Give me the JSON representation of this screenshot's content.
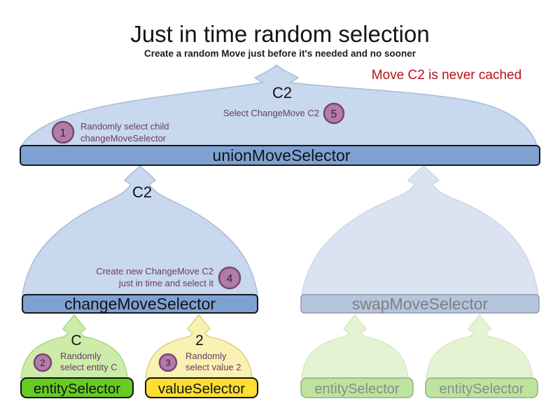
{
  "title": "Just in time random selection",
  "subtitle": "Create a random Move just before it's needed and no sooner",
  "note": "Move C2 is never cached",
  "selectors": {
    "union": "unionMoveSelector",
    "change": "changeMoveSelector",
    "swap": "swapMoveSelector",
    "entity": "entitySelector",
    "value": "valueSelector",
    "entity_faded_left": "entitySelector",
    "entity_faded_right": "entitySelector"
  },
  "outputs": {
    "union": "C2",
    "change": "C2",
    "entity": "C",
    "value": "2"
  },
  "steps": [
    {
      "num": "1",
      "lines": [
        "Randomly select child",
        "changeMoveSelector"
      ]
    },
    {
      "num": "2",
      "lines": [
        "Randomly",
        "select entity C"
      ]
    },
    {
      "num": "3",
      "lines": [
        "Randomly",
        "select value 2"
      ]
    },
    {
      "num": "4",
      "lines": [
        "Create new ChangeMove C2",
        "just in time and select it"
      ]
    },
    {
      "num": "5",
      "lines": [
        "Select ChangeMove C2"
      ]
    }
  ],
  "colors": {
    "note_red": "#b51116",
    "annotation_purple": "#6b3a6b",
    "badge_fill": "#b27ca9",
    "badge_border": "#7a4572",
    "flame_blue": "#c8d8ee",
    "flame_blue_faded": "#dbe3f2",
    "flame_green": "#cdeca9",
    "flame_yellow": "#f8f1b2",
    "bar_blue": "#7da2d2",
    "bar_blue_faded": "#b6c5de",
    "bar_green": "#66cc22",
    "bar_yellow": "#ffdd33",
    "bar_green_faded": "#bce49e"
  }
}
